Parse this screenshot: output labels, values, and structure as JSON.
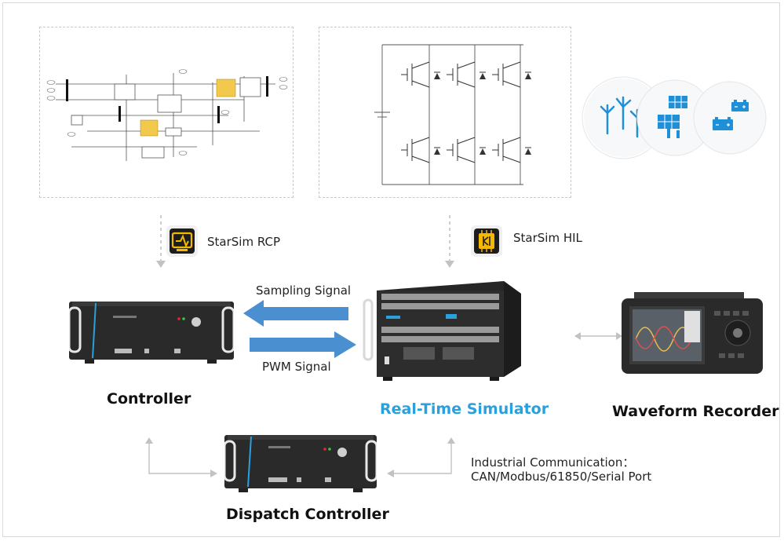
{
  "tools": {
    "rcp_label": "StarSim RCP",
    "hil_label": "StarSim HIL"
  },
  "signals": {
    "sampling_label": "Sampling Signal",
    "pwm_label": "PWM Signal"
  },
  "devices": {
    "controller_label": "Controller",
    "simulator_label": "Real-Time Simulator",
    "recorder_label": "Waveform Recorder",
    "dispatch_label": "Dispatch Controller"
  },
  "communication": {
    "line1": "Industrial Communication：",
    "line2": "CAN/Modbus/61850/Serial Port"
  },
  "colors": {
    "accent_blue": "#2aa0dc",
    "arrow_blue": "#4a8fd0",
    "icon_blue": "#1f8fd8",
    "tool_yellow": "#f5b800",
    "device_black": "#2a2a2a"
  },
  "icons": [
    "wind-turbine-icon",
    "solar-panel-icon",
    "battery-icon"
  ]
}
